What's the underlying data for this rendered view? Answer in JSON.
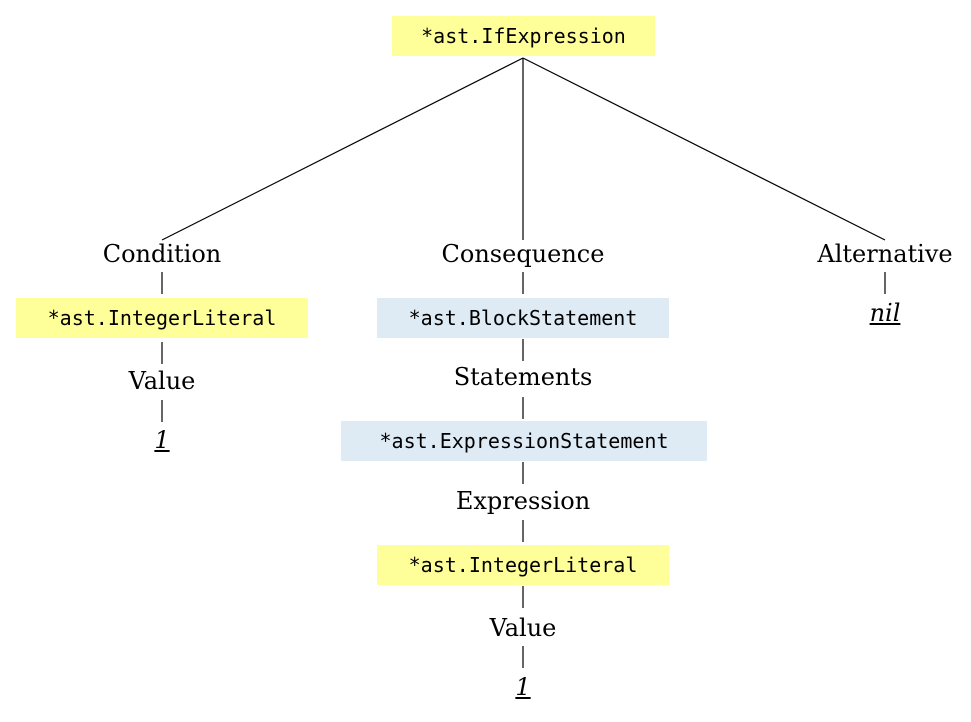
{
  "tree": {
    "root": {
      "type": "*ast.IfExpression"
    },
    "condition": {
      "label": "Condition",
      "node_type": "*ast.IntegerLiteral",
      "field_label": "Value",
      "value": "1"
    },
    "consequence": {
      "label": "Consequence",
      "node_type": "*ast.BlockStatement",
      "statements_label": "Statements",
      "statement_type": "*ast.ExpressionStatement",
      "expression_label": "Expression",
      "expression_type": "*ast.IntegerLiteral",
      "field_label": "Value",
      "value": "1"
    },
    "alternative": {
      "label": "Alternative",
      "value": "nil"
    }
  },
  "colors": {
    "expression_highlight": "#ffff99",
    "statement_highlight": "#deeaf4",
    "edge": "#000000"
  }
}
